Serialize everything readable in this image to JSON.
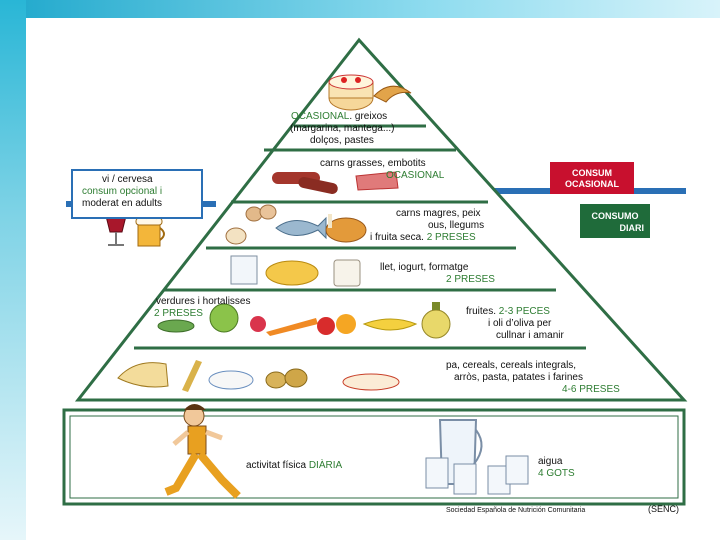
{
  "tiers": {
    "t1": {
      "label_highlight": "OCASIONAL",
      "line1_rest": ". greixos",
      "line2": "(margarina, mantega...)",
      "line3": "dolços, pastes"
    },
    "t2": {
      "line1": "carns grasses, embotits",
      "line2": "OCASIONAL"
    },
    "t3": {
      "line1": "carns magres, peix",
      "line2": "ous, llegums",
      "line3_rest": "i fruita seca.",
      "line3_highlight": "2 PRESES"
    },
    "t4": {
      "line1": "llet, iogurt, formatge",
      "line2": "2 PRESES"
    },
    "t5": {
      "left_line1": "verdures i hortalisses",
      "left_line2": "2 PRESES",
      "right_line1_rest": "fruites.",
      "right_line1_highlight": "2-3 PECES",
      "right_line2": "i oli d’oliva per",
      "right_line3": "cullnar i amanir"
    },
    "t6": {
      "line1": "pa, cereals, cereals integrals,",
      "line2": "arròs, pasta, patates i farines",
      "line3": "4-6 PRESES"
    },
    "base": {
      "activity_rest": "activitat física",
      "activity_highlight": "DIÀRIA",
      "water_line1": "aigua",
      "water_line2": "4 GOTS"
    }
  },
  "side_box": {
    "line1": "vi / cervesa",
    "line2": "consum opcional i",
    "line3": "moderat en adults"
  },
  "tags": {
    "consum_ocasional_1": "CONSUM",
    "consum_ocasional_2": "OCASIONAL",
    "consumo_diari_1": "CONSUMO",
    "consumo_diari_2": "DIARI"
  },
  "credit": {
    "org": "Sociedad Española de Nutrición Comunitaria",
    "abbr": "(SENC)"
  },
  "colors": {
    "red_tag": "#c8102e",
    "green_tag": "#1f6b3a",
    "blue_band": "#2a6fb5",
    "highlight_green": "#2e7d32",
    "frame_green": "#2f6e45"
  }
}
